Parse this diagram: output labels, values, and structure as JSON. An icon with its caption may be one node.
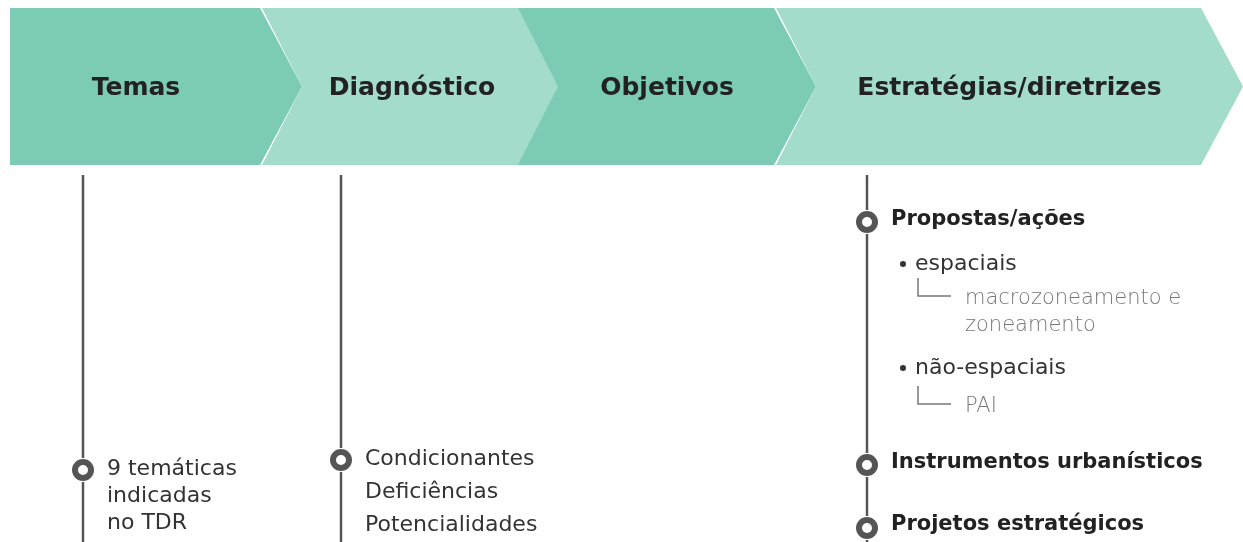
{
  "diagram": {
    "nodes": [
      {
        "text": [
          "Temas"
        ]
      },
      {
        "text": [
          "Diagnóstico"
        ]
      },
      {
        "text": [
          "Objetivos"
        ]
      },
      {
        "text": [
          "Estratégias/diretrizes"
        ]
      },
      {
        "text": [
          "9 temáticas indicadas no TDR"
        ]
      },
      {
        "text": [
          "Condicionantes",
          "Deficiências",
          "Potencialidades"
        ]
      },
      {
        "text": [
          "Propostas/ações"
        ]
      },
      {
        "text": [
          "Instrumentos urbanísticos"
        ]
      },
      {
        "text": [
          "Projetos estratégicos"
        ]
      }
    ],
    "edges": [
      {
        "from": 0,
        "to": 4,
        "arrow": "none"
      },
      {
        "from": 1,
        "to": 5,
        "arrow": "none"
      },
      {
        "from": 3,
        "to": 6,
        "arrow": "none"
      },
      {
        "from": 6,
        "to": 7,
        "arrow": "none"
      },
      {
        "from": 7,
        "to": 8,
        "arrow": "none"
      }
    ],
    "labels": [
      "espaciais",
      "macrozoneamento e zoneamento",
      "não-espaciais",
      "PAI"
    ]
  }
}
